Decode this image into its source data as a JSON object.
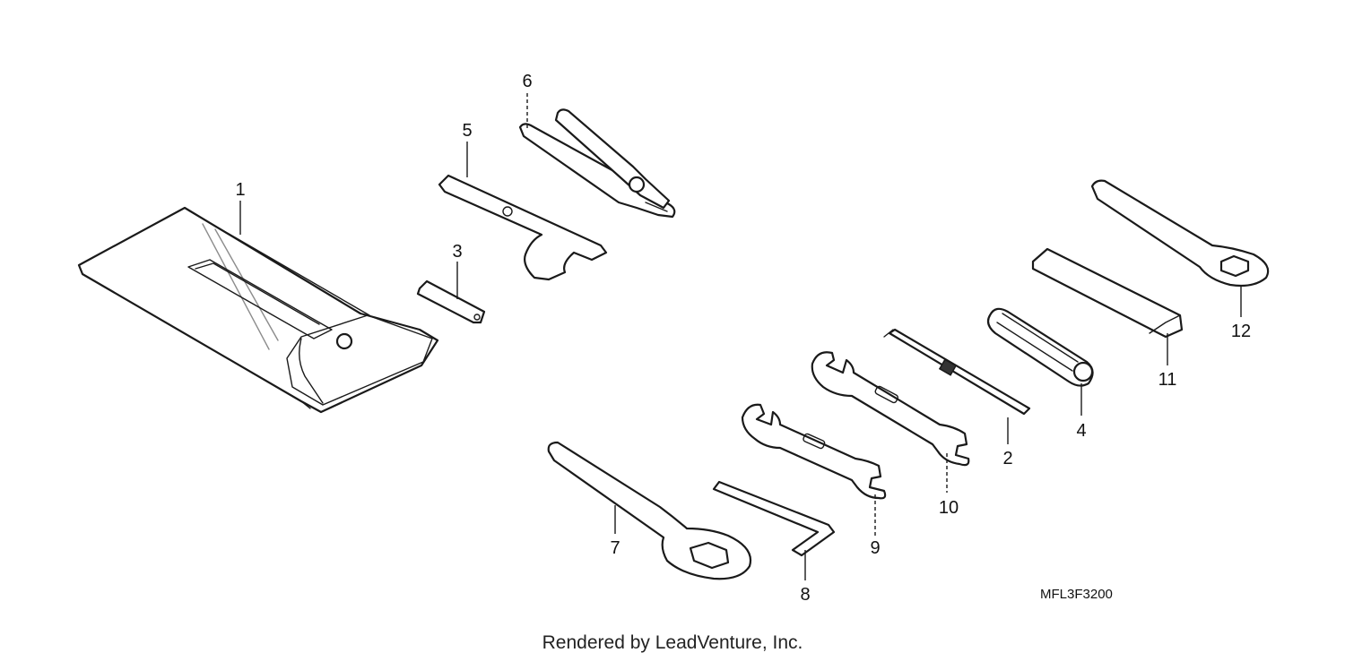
{
  "callouts": {
    "c1": "1",
    "c2": "2",
    "c3": "3",
    "c4": "4",
    "c5": "5",
    "c6": "6",
    "c7": "7",
    "c8": "8",
    "c9": "9",
    "c10": "10",
    "c11": "11",
    "c12": "12"
  },
  "diagram_code": "MFL3F3200",
  "credit": "Rendered by LeadVenture, Inc."
}
